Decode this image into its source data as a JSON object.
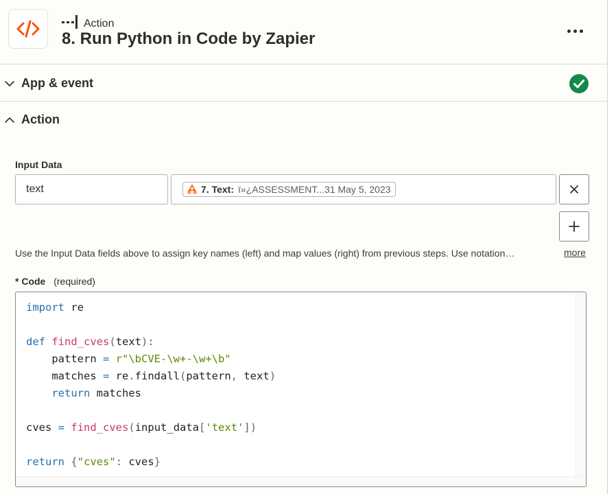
{
  "header": {
    "step_type": "Action",
    "step_title": "8. Run Python in Code by Zapier",
    "app_icon": "code-brackets-icon",
    "step_type_icon": "action-step-icon",
    "more_icon": "more-horizontal-icon"
  },
  "sections": {
    "app_event": {
      "label": "App & event",
      "status": "complete",
      "status_color": "#138a4a"
    },
    "action": {
      "label": "Action"
    }
  },
  "input_data": {
    "label": "Input Data",
    "key_value": "text",
    "mapped_pill": {
      "prefix": "7. Text:",
      "value": "ï»¿ASSESSMENT...31 May 5, 2023",
      "icon": "formatter-icon"
    },
    "remove_icon": "close-icon",
    "add_icon": "plus-icon"
  },
  "help": {
    "text": "Use the Input Data fields above to assign key names (left) and map values (right) from previous steps. Use notation…",
    "more_link": "more"
  },
  "code_field": {
    "required_marker": "*",
    "label": "Code",
    "required_text": "(required)",
    "lines": [
      "import re",
      "",
      "def find_cves(text):",
      "    pattern = r\"\\bCVE-\\w+-\\w+\\b\"",
      "    matches = re.findall(pattern, text)",
      "    return matches",
      "",
      "cves = find_cves(input_data['text'])",
      "",
      "return {\"cves\": cves}"
    ]
  },
  "colors": {
    "brand_orange": "#ff4f00",
    "success_green": "#138a4a",
    "keyword_blue": "#2b6fa6",
    "function_pink": "#c23a6e",
    "string_green": "#5b8a06"
  }
}
